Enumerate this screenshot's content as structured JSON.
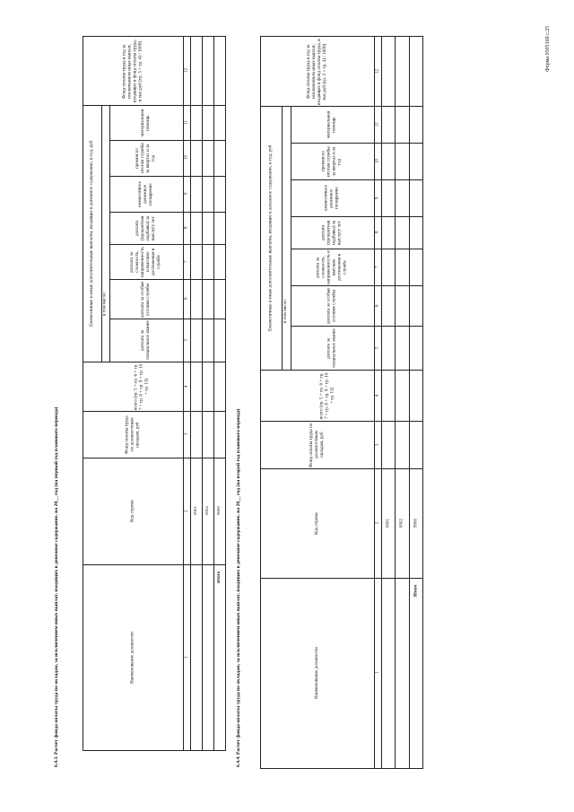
{
  "form_ref": "Форма 0505169 с.25",
  "sections": [
    {
      "heading": "6.4.3. Расчет фонда оплаты труда по окладам, за исключением иных выплат, входящих в денежное содержание, на 20__ год (на первый год планового периода)",
      "columns": {
        "position_name": "Наименование должности",
        "row_code": "Код строки",
        "salary_fund": "Фонд оплаты труда по должностным окладам, руб",
        "additional_group": "Ежемесячные и иные дополнительные выплаты, входящие в денежное содержание, в год, руб",
        "including": "в том числе:",
        "total": "всего (гр. 5 + гр. 6 + гр. 7 + гр. 8 + гр. 9 + гр. 10 + гр. 11)",
        "special_rank": "доплата за специальное звание",
        "special_conditions": "доплата за особые условия службы",
        "qualification": "доплата за сложность, напряженность и высокие достижения в службе",
        "seniority": "доплата (процентная надбавка) за выслугу лет",
        "monthly_incentive": "ежемесячное денежное поощрение",
        "bonus": "премия по итогам службы за квартал и за год",
        "material_aid": "материальная помощь",
        "fund_total": "Фонд оплаты труда в год за исключением иных выплат, входящих в фонд оплаты труда, в тыс.руб (гр. 3 + гр. 4) / 1000)"
      },
      "col_numbers": [
        "1",
        "2",
        "3",
        "4",
        "5",
        "6",
        "7",
        "8",
        "9",
        "10",
        "11",
        "12"
      ],
      "row_codes": [
        "0001",
        "0002",
        "9000"
      ],
      "total_label": "Итого"
    },
    {
      "heading": "6.4.4. Расчет фонда оплаты труда по окладам, за исключением иных выплат, входящих в денежное содержание, на 20__ год (на второй год планового периода)",
      "columns": {
        "position_name": "Наименование должности",
        "row_code": "Код строки",
        "salary_fund": "Фонд оплаты труда по должностным окладам, руб",
        "additional_group": "Ежемесячные и иные дополнительные выплаты, входящие в денежное содержание, в год, руб",
        "including": "в том числе:",
        "total": "всего (гр. 5 + гр. 6 + гр. 7 + гр. 8 + гр. 9 + гр. 10 + гр. 11)",
        "special_rank": "доплата за специальное звание",
        "special_conditions": "доплата за особые условия службы",
        "qualification": "доплата за сложность, напряженность и высокие достижения в службе",
        "seniority": "доплата (процентная надбавка) за выслугу лет",
        "monthly_incentive": "ежемесячное денежное поощрение",
        "bonus": "премия по итогам службы за квартал и за год",
        "material_aid": "материальная помощь",
        "fund_total": "Фонд оплаты труда в год за исключением иных выплат, входящих в фонд оплаты труда, в тыс.руб (гр. 3 + гр. 4) / 1000)"
      },
      "col_numbers": [
        "1",
        "2",
        "3",
        "4",
        "5",
        "6",
        "7",
        "8",
        "9",
        "10",
        "11",
        "12"
      ],
      "row_codes": [
        "0001",
        "0002",
        "9000"
      ],
      "total_label": "Итого"
    }
  ]
}
